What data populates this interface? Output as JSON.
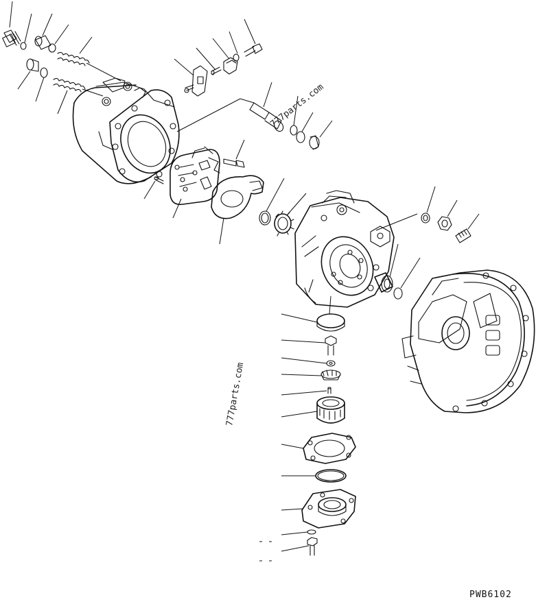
{
  "watermark_upper": "777parts.com",
  "watermark_lower": "777parts.com",
  "drawing_code": "PWB6102"
}
